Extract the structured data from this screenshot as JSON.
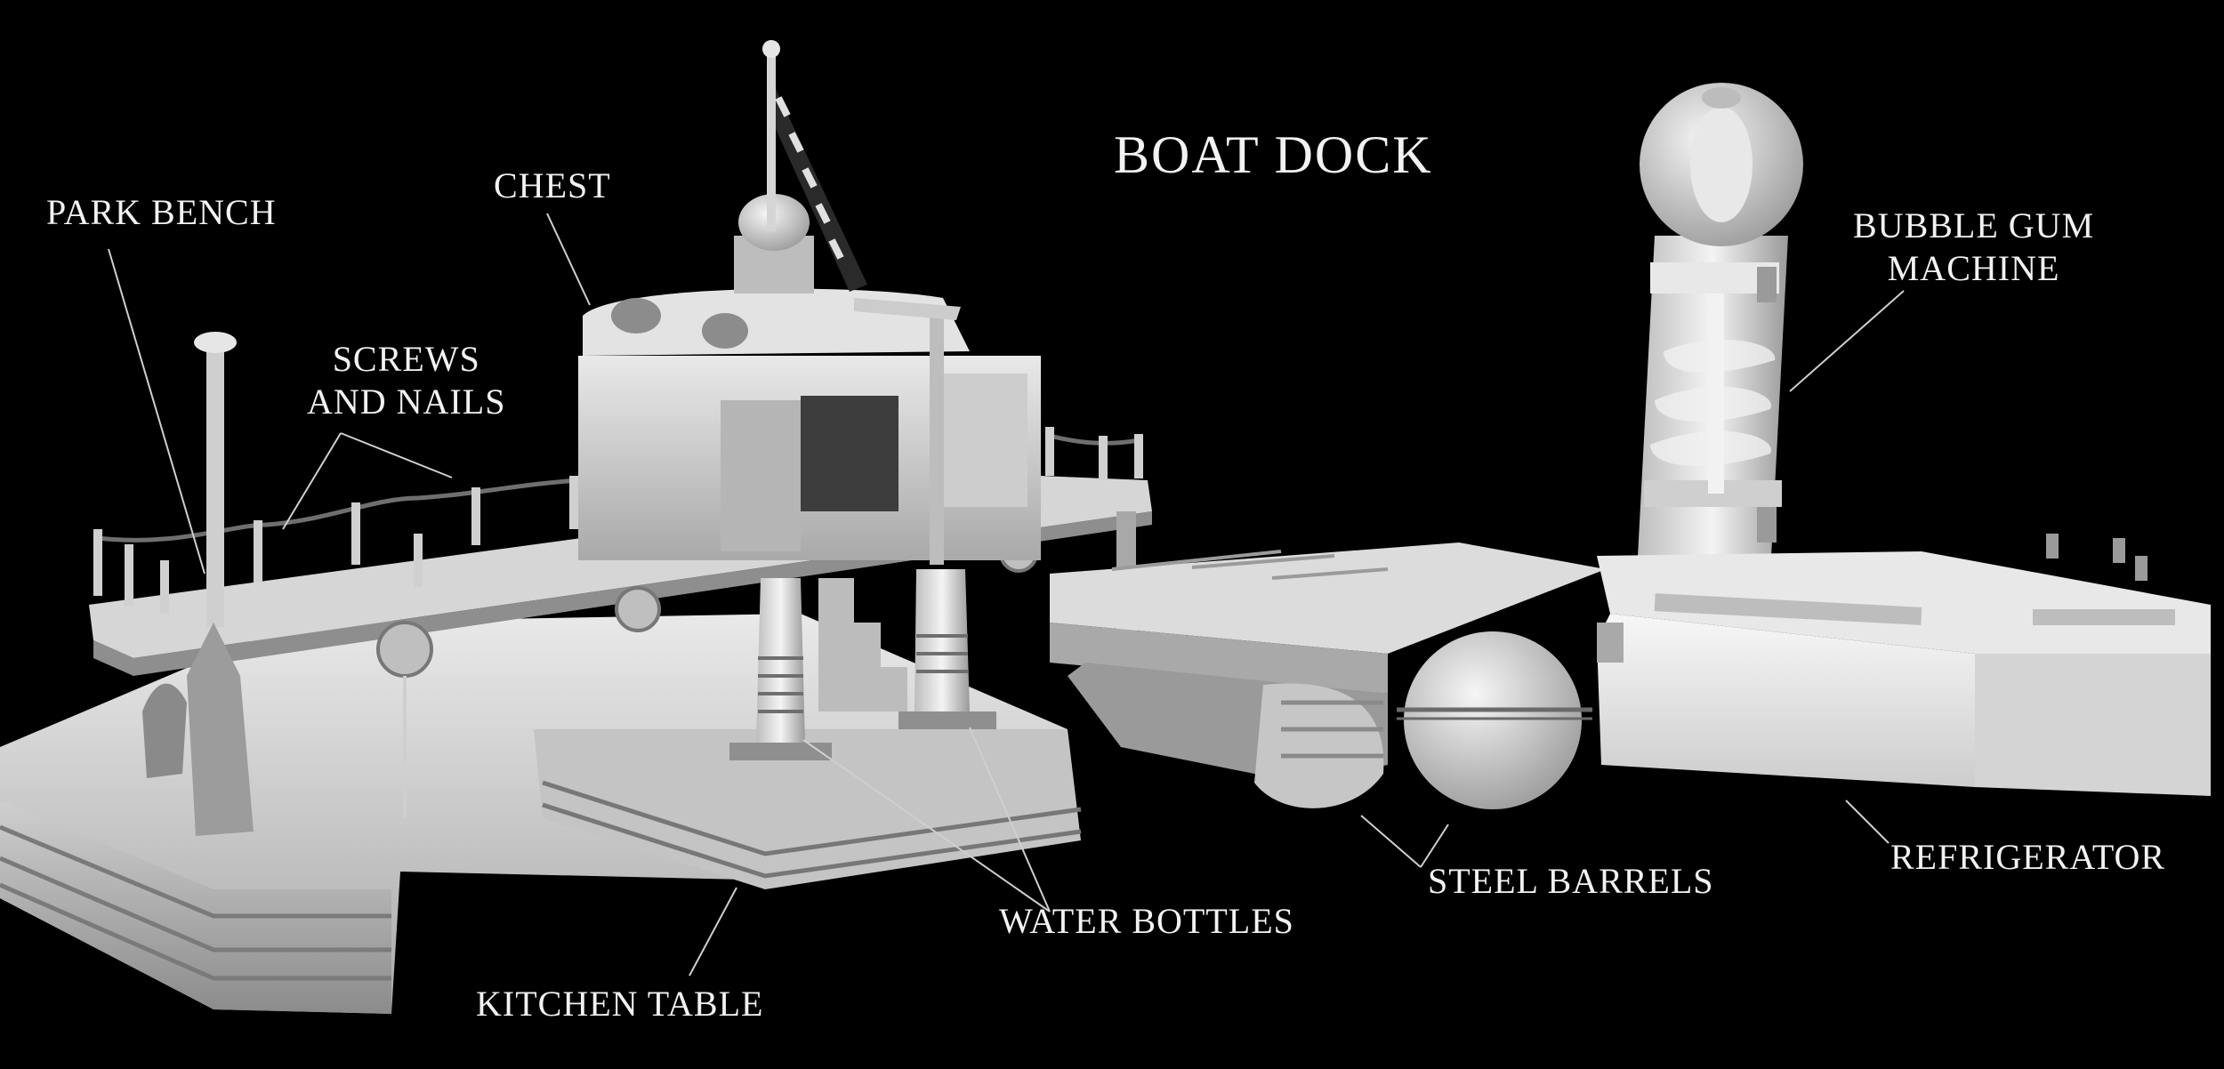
{
  "title": "BOAT DOCK",
  "labels": {
    "park_bench": "PARK BENCH",
    "chest": "CHEST",
    "screws_line1": "SCREWS",
    "screws_line2": "AND NAILS",
    "bubble_line1": "BUBBLE GUM",
    "bubble_line2": "MACHINE",
    "refrigerator": "REFRIGERATOR",
    "steel_barrels": "STEEL BARRELS",
    "water_bottles": "WATER BOTTLES",
    "kitchen_table": "KITCHEN TABLE"
  },
  "colors": {
    "background": "#000000",
    "model": "#d9d9d9",
    "label_text": "#f2f2f2",
    "leader_line": "#cfcfcf"
  }
}
